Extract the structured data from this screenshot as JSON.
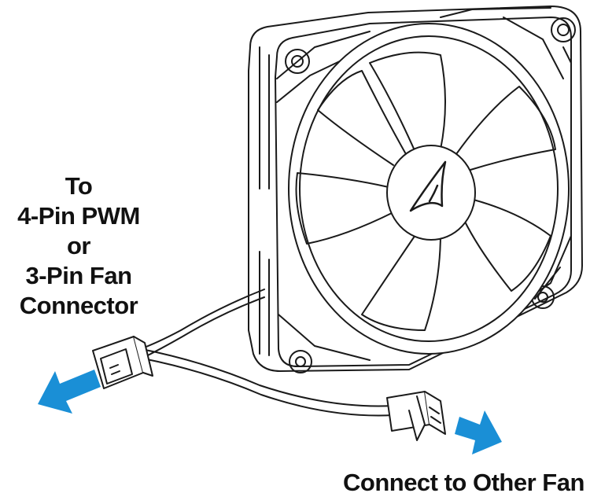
{
  "labels": {
    "connector_lines": [
      "To",
      "4-Pin PWM",
      "or",
      "3-Pin Fan",
      "Connector"
    ],
    "other_fan": "Connect to Other Fan"
  },
  "colors": {
    "arrow": "#1a8fd6",
    "outline": "#1a1a1a",
    "background": "#ffffff"
  },
  "icons": {
    "logo": "shark-fin-logo",
    "left_arrow": "arrow-left-icon",
    "right_arrow": "arrow-right-icon"
  }
}
